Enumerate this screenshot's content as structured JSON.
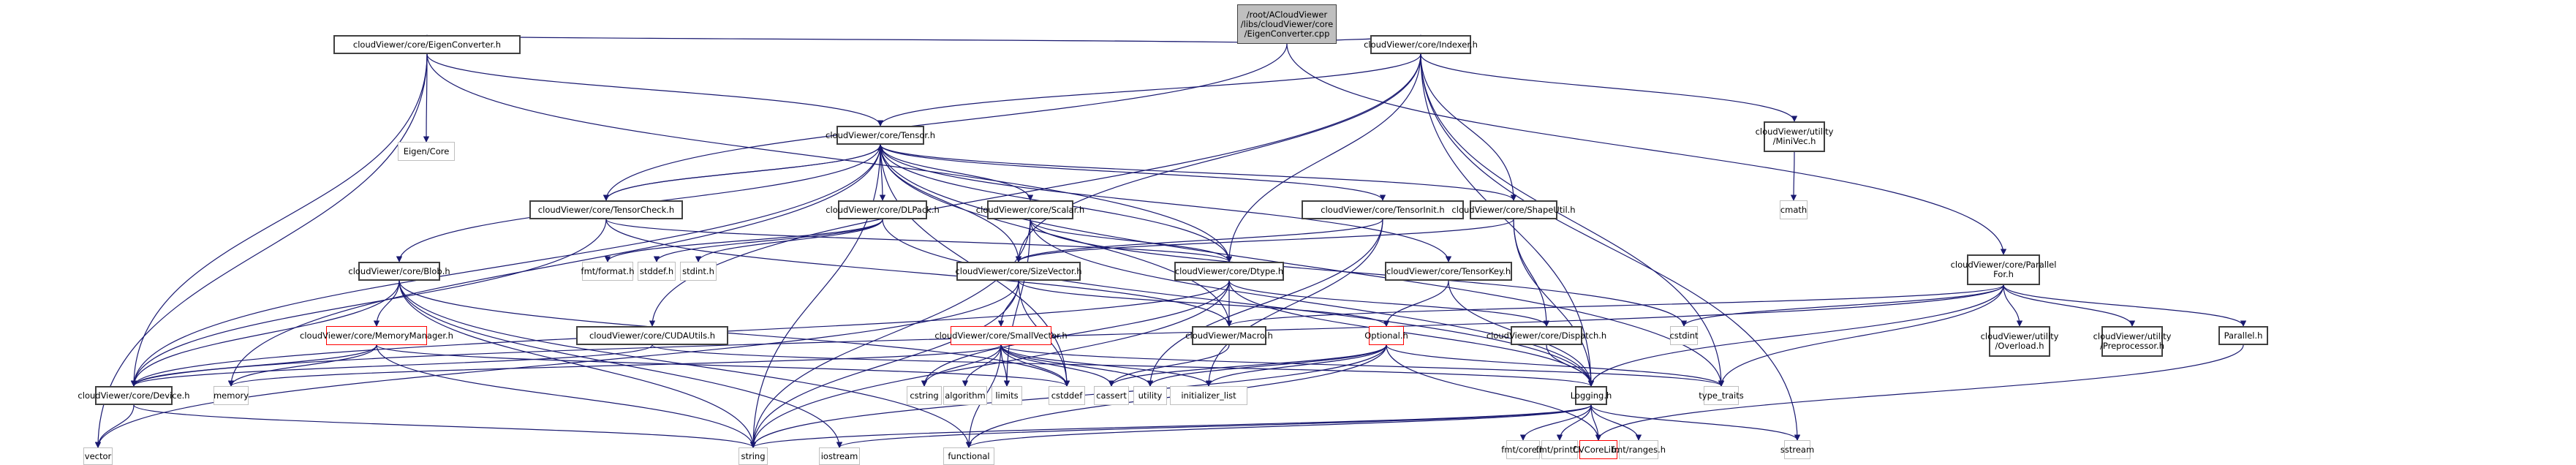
{
  "diagram": {
    "title": "Include dependency graph for EigenConverter.cpp",
    "edge_color": "#191970",
    "node_styles": {
      "root_fill": "#bfbfbf",
      "internal_border": "#404040",
      "external_border": "#bfbfbf",
      "truncated_border": "#ff0000"
    },
    "nodes": [
      {
        "id": "root",
        "label": "/root/ACloudViewer\n/libs/cloudViewer/core\n/EigenConverter.cpp",
        "kind": "root"
      },
      {
        "id": "eigenconverter_h",
        "label": "cloudViewer/core/EigenConverter.h",
        "kind": "internal"
      },
      {
        "id": "indexer_h",
        "label": "cloudViewer/core/Indexer.h",
        "kind": "internal"
      },
      {
        "id": "eigen_core",
        "label": "Eigen/Core",
        "kind": "external"
      },
      {
        "id": "tensor_h",
        "label": "cloudViewer/core/Tensor.h",
        "kind": "internal"
      },
      {
        "id": "minivec_h",
        "label": "cloudViewer/utility\n/MiniVec.h",
        "kind": "internal"
      },
      {
        "id": "cmath",
        "label": "cmath",
        "kind": "external"
      },
      {
        "id": "tensorcheck_h",
        "label": "cloudViewer/core/TensorCheck.h",
        "kind": "internal"
      },
      {
        "id": "dlpack_h",
        "label": "cloudViewer/core/DLPack.h",
        "kind": "internal"
      },
      {
        "id": "scalar_h",
        "label": "cloudViewer/core/Scalar.h",
        "kind": "internal"
      },
      {
        "id": "tensorinit_h",
        "label": "cloudViewer/core/TensorInit.h",
        "kind": "internal"
      },
      {
        "id": "shapeutil_h",
        "label": "cloudViewer/core/ShapeUtil.h",
        "kind": "internal"
      },
      {
        "id": "blob_h",
        "label": "cloudViewer/core/Blob.h",
        "kind": "internal"
      },
      {
        "id": "fmt_format_h",
        "label": "fmt/format.h",
        "kind": "external"
      },
      {
        "id": "stddef_h",
        "label": "stddef.h",
        "kind": "external"
      },
      {
        "id": "stdint_h",
        "label": "stdint.h",
        "kind": "external"
      },
      {
        "id": "sizevector_h",
        "label": "cloudViewer/core/SizeVector.h",
        "kind": "internal"
      },
      {
        "id": "dtype_h",
        "label": "cloudViewer/core/Dtype.h",
        "kind": "internal"
      },
      {
        "id": "tensorkey_h",
        "label": "cloudViewer/core/TensorKey.h",
        "kind": "internal"
      },
      {
        "id": "parallelfor_h",
        "label": "cloudViewer/core/Parallel\nFor.h",
        "kind": "internal"
      },
      {
        "id": "memorymanager_h",
        "label": "cloudViewer/core/MemoryManager.h",
        "kind": "truncated"
      },
      {
        "id": "cudautils_h",
        "label": "cloudViewer/core/CUDAUtils.h",
        "kind": "internal"
      },
      {
        "id": "smallvector_h",
        "label": "cloudViewer/core/SmallVector.h",
        "kind": "truncated"
      },
      {
        "id": "macro_h",
        "label": "cloudViewer/Macro.h",
        "kind": "internal"
      },
      {
        "id": "optional_h",
        "label": "Optional.h",
        "kind": "truncated"
      },
      {
        "id": "dispatch_h",
        "label": "cloudViewer/core/Dispatch.h",
        "kind": "internal"
      },
      {
        "id": "cstdint",
        "label": "cstdint",
        "kind": "external"
      },
      {
        "id": "overload_h",
        "label": "cloudViewer/utility\n/Overload.h",
        "kind": "internal"
      },
      {
        "id": "preprocessor_h",
        "label": "cloudViewer/utility\n/Preprocessor.h",
        "kind": "internal"
      },
      {
        "id": "parallel_h",
        "label": "Parallel.h",
        "kind": "internal"
      },
      {
        "id": "device_h",
        "label": "cloudViewer/core/Device.h",
        "kind": "internal"
      },
      {
        "id": "memory",
        "label": "memory",
        "kind": "external"
      },
      {
        "id": "cstring",
        "label": "cstring",
        "kind": "external"
      },
      {
        "id": "algorithm",
        "label": "algorithm",
        "kind": "external"
      },
      {
        "id": "limits",
        "label": "limits",
        "kind": "external"
      },
      {
        "id": "cstddef",
        "label": "cstddef",
        "kind": "external"
      },
      {
        "id": "cassert",
        "label": "cassert",
        "kind": "external"
      },
      {
        "id": "utility",
        "label": "utility",
        "kind": "external"
      },
      {
        "id": "initializer_list",
        "label": "initializer_list",
        "kind": "external"
      },
      {
        "id": "logging_h",
        "label": "Logging.h",
        "kind": "internal"
      },
      {
        "id": "type_traits",
        "label": "type_traits",
        "kind": "external"
      },
      {
        "id": "vector",
        "label": "vector",
        "kind": "external"
      },
      {
        "id": "string",
        "label": "string",
        "kind": "external"
      },
      {
        "id": "iostream",
        "label": "iostream",
        "kind": "external"
      },
      {
        "id": "functional",
        "label": "functional",
        "kind": "external"
      },
      {
        "id": "fmt_core_h",
        "label": "fmt/core.h",
        "kind": "external"
      },
      {
        "id": "fmt_printf_h",
        "label": "fmt/printf.h",
        "kind": "external"
      },
      {
        "id": "cvcorelib_h",
        "label": "CVCoreLib.h",
        "kind": "truncated"
      },
      {
        "id": "fmt_ranges_h",
        "label": "fmt/ranges.h",
        "kind": "external"
      },
      {
        "id": "sstream",
        "label": "sstream",
        "kind": "external"
      }
    ],
    "edges": [
      [
        "root",
        "eigenconverter_h"
      ],
      [
        "root",
        "indexer_h"
      ],
      [
        "root",
        "tensorcheck_h"
      ],
      [
        "root",
        "parallelfor_h"
      ],
      [
        "eigenconverter_h",
        "eigen_core"
      ],
      [
        "eigenconverter_h",
        "tensor_h"
      ],
      [
        "eigenconverter_h",
        "device_h"
      ],
      [
        "eigenconverter_h",
        "dtype_h"
      ],
      [
        "eigenconverter_h",
        "vector"
      ],
      [
        "indexer_h",
        "tensor_h"
      ],
      [
        "indexer_h",
        "minivec_h"
      ],
      [
        "indexer_h",
        "shapeutil_h"
      ],
      [
        "indexer_h",
        "sizevector_h"
      ],
      [
        "indexer_h",
        "dtype_h"
      ],
      [
        "indexer_h",
        "cudautils_h"
      ],
      [
        "indexer_h",
        "logging_h"
      ],
      [
        "indexer_h",
        "sstream"
      ],
      [
        "indexer_h",
        "type_traits"
      ],
      [
        "minivec_h",
        "cmath"
      ],
      [
        "tensor_h",
        "tensorcheck_h"
      ],
      [
        "tensor_h",
        "dlpack_h"
      ],
      [
        "tensor_h",
        "scalar_h"
      ],
      [
        "tensor_h",
        "tensorinit_h"
      ],
      [
        "tensor_h",
        "shapeutil_h"
      ],
      [
        "tensor_h",
        "blob_h"
      ],
      [
        "tensor_h",
        "sizevector_h"
      ],
      [
        "tensor_h",
        "dtype_h"
      ],
      [
        "tensor_h",
        "tensorkey_h"
      ],
      [
        "tensor_h",
        "device_h"
      ],
      [
        "tensor_h",
        "memory"
      ],
      [
        "tensor_h",
        "string"
      ],
      [
        "tensor_h",
        "cstddef"
      ],
      [
        "tensor_h",
        "type_traits"
      ],
      [
        "tensor_h",
        "macro_h"
      ],
      [
        "tensorcheck_h",
        "tensor_h"
      ],
      [
        "tensorcheck_h",
        "dtype_h"
      ],
      [
        "tensorcheck_h",
        "device_h"
      ],
      [
        "tensorcheck_h",
        "macro_h"
      ],
      [
        "dlpack_h",
        "fmt_format_h"
      ],
      [
        "dlpack_h",
        "stddef_h"
      ],
      [
        "dlpack_h",
        "stdint_h"
      ],
      [
        "dlpack_h",
        "logging_h"
      ],
      [
        "scalar_h",
        "dtype_h"
      ],
      [
        "scalar_h",
        "cstdint"
      ],
      [
        "scalar_h",
        "logging_h"
      ],
      [
        "scalar_h",
        "limits"
      ],
      [
        "scalar_h",
        "string"
      ],
      [
        "tensorinit_h",
        "initializer_list"
      ],
      [
        "tensorinit_h",
        "utility"
      ],
      [
        "tensorinit_h",
        "sizevector_h"
      ],
      [
        "shapeutil_h",
        "sizevector_h"
      ],
      [
        "shapeutil_h",
        "dispatch_h"
      ],
      [
        "shapeutil_h",
        "logging_h"
      ],
      [
        "blob_h",
        "memorymanager_h"
      ],
      [
        "blob_h",
        "device_h"
      ],
      [
        "blob_h",
        "string"
      ],
      [
        "blob_h",
        "functional"
      ],
      [
        "blob_h",
        "iostream"
      ],
      [
        "blob_h",
        "cstddef"
      ],
      [
        "sizevector_h",
        "smallvector_h"
      ],
      [
        "sizevector_h",
        "optional_h"
      ],
      [
        "sizevector_h",
        "cstddef"
      ],
      [
        "sizevector_h",
        "string"
      ],
      [
        "sizevector_h",
        "vector"
      ],
      [
        "dtype_h",
        "macro_h"
      ],
      [
        "dtype_h",
        "dispatch_h"
      ],
      [
        "dtype_h",
        "logging_h"
      ],
      [
        "dtype_h",
        "string"
      ],
      [
        "dtype_h",
        "cstring"
      ],
      [
        "dtype_h",
        "device_h"
      ],
      [
        "tensorkey_h",
        "optional_h"
      ],
      [
        "tensorkey_h",
        "logging_h"
      ],
      [
        "parallelfor_h",
        "overload_h"
      ],
      [
        "parallelfor_h",
        "preprocessor_h"
      ],
      [
        "parallelfor_h",
        "parallel_h"
      ],
      [
        "parallelfor_h",
        "logging_h"
      ],
      [
        "parallelfor_h",
        "type_traits"
      ],
      [
        "parallelfor_h",
        "cstdint"
      ],
      [
        "parallelfor_h",
        "macro_h"
      ],
      [
        "parallelfor_h",
        "device_h"
      ],
      [
        "parallel_h",
        "cvcorelib_h"
      ],
      [
        "memorymanager_h",
        "device_h"
      ],
      [
        "memorymanager_h",
        "memory"
      ],
      [
        "memorymanager_h",
        "string"
      ],
      [
        "memorymanager_h",
        "cstddef"
      ],
      [
        "cudautils_h",
        "device_h"
      ],
      [
        "cudautils_h",
        "logging_h"
      ],
      [
        "smallvector_h",
        "cstring"
      ],
      [
        "smallvector_h",
        "algorithm"
      ],
      [
        "smallvector_h",
        "limits"
      ],
      [
        "smallvector_h",
        "cstddef"
      ],
      [
        "smallvector_h",
        "cassert"
      ],
      [
        "smallvector_h",
        "utility"
      ],
      [
        "smallvector_h",
        "initializer_list"
      ],
      [
        "smallvector_h",
        "type_traits"
      ],
      [
        "smallvector_h",
        "functional"
      ],
      [
        "smallvector_h",
        "memory"
      ],
      [
        "macro_h",
        "cassert"
      ],
      [
        "optional_h",
        "utility"
      ],
      [
        "optional_h",
        "initializer_list"
      ],
      [
        "optional_h",
        "cassert"
      ],
      [
        "optional_h",
        "functional"
      ],
      [
        "optional_h",
        "string"
      ],
      [
        "optional_h",
        "type_traits"
      ],
      [
        "optional_h",
        "cvcorelib_h"
      ],
      [
        "dispatch_h",
        "logging_h"
      ],
      [
        "device_h",
        "vector"
      ],
      [
        "device_h",
        "string"
      ],
      [
        "logging_h",
        "string"
      ],
      [
        "logging_h",
        "iostream"
      ],
      [
        "logging_h",
        "functional"
      ],
      [
        "logging_h",
        "fmt_core_h"
      ],
      [
        "logging_h",
        "fmt_printf_h"
      ],
      [
        "logging_h",
        "cvcorelib_h"
      ],
      [
        "logging_h",
        "fmt_ranges_h"
      ],
      [
        "logging_h",
        "sstream"
      ]
    ]
  }
}
